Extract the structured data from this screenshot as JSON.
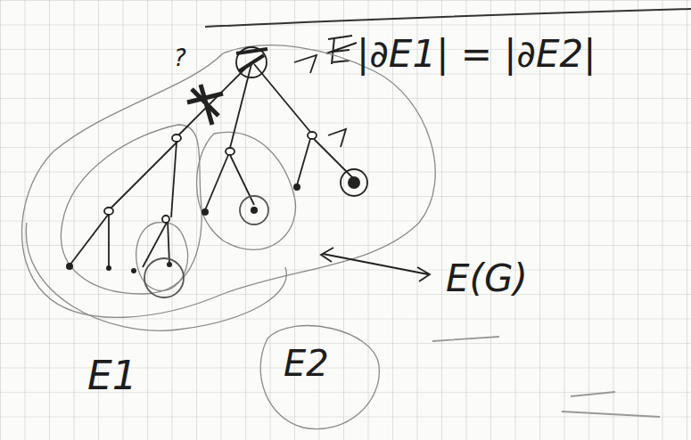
{
  "diagram": {
    "labels": [
      "|∂E1| = |∂E2|",
      "E(G)",
      "E1",
      "E2",
      "?"
    ]
  }
}
